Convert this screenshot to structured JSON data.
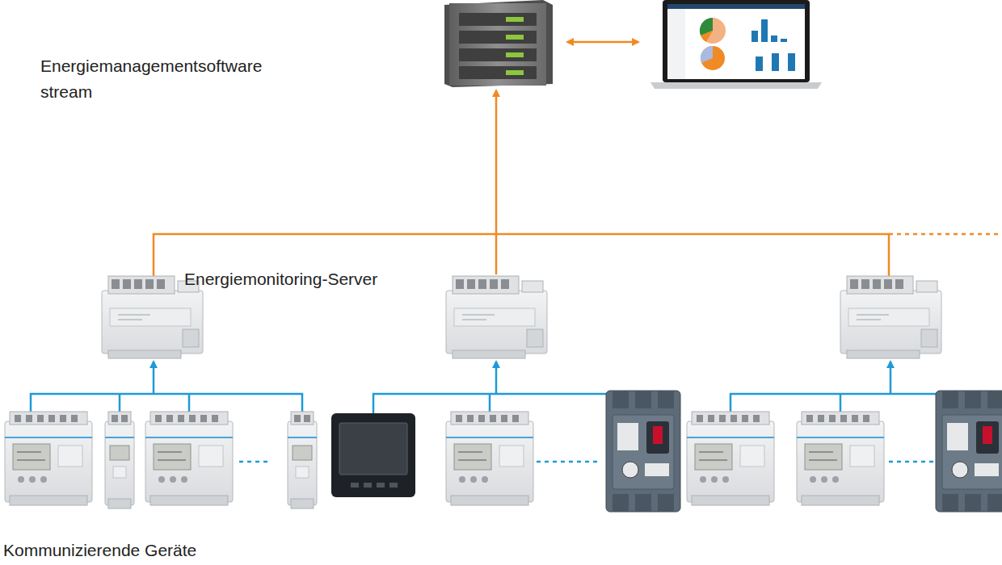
{
  "diagram": {
    "labels": [
      "Energiemanagementsoftware stream",
      "Energiemonitoring-Server",
      "Kommunizierende Geräte"
    ]
  }
}
